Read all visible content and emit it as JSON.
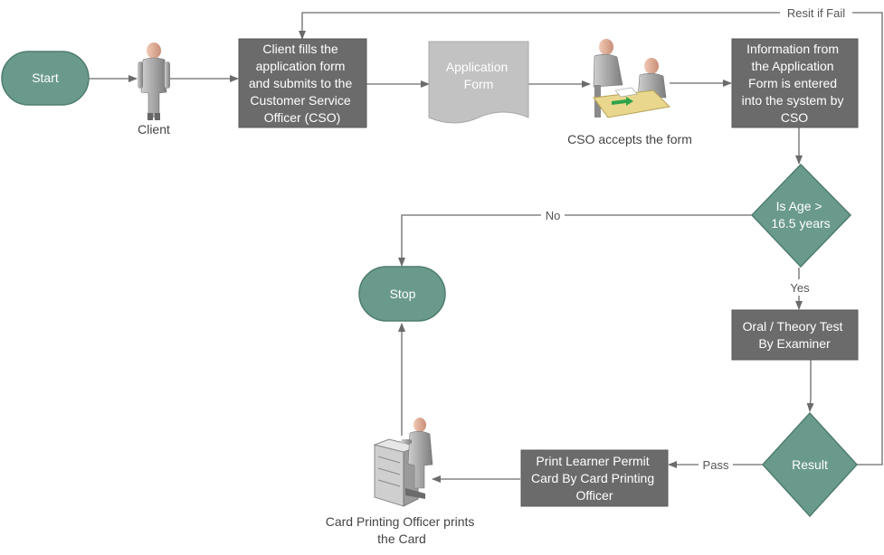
{
  "nodes": {
    "start": "Start",
    "client_caption": "Client",
    "fill_form": [
      "Client fills the",
      "application form",
      "and submits to the",
      "Customer Service",
      "Officer (CSO)"
    ],
    "application_form": [
      "Application",
      "Form"
    ],
    "cso_caption": "CSO accepts the form",
    "enter_info": [
      "Information from",
      "the Application",
      "Form is entered",
      "into the system by",
      "CSO"
    ],
    "age_decision": [
      "Is Age >",
      "16.5 years"
    ],
    "stop": "Stop",
    "oral_test": [
      "Oral / Theory Test",
      "By Examiner"
    ],
    "result": "Result",
    "print_card": [
      "Print Learner Permit",
      "Card By Card Printing",
      "Officer"
    ],
    "printer_caption": [
      "Card Printing Officer prints",
      "the Card"
    ]
  },
  "edges": {
    "resit": "Resit if Fail",
    "no": "No",
    "yes": "Yes",
    "pass": "Pass"
  },
  "colors": {
    "terminal_fill": "#6a9a8c",
    "terminal_stroke": "#4f7d70",
    "process_fill": "#6b6b6b",
    "document_fill": "#c2c2c2",
    "connector": "#6b6b6b"
  }
}
